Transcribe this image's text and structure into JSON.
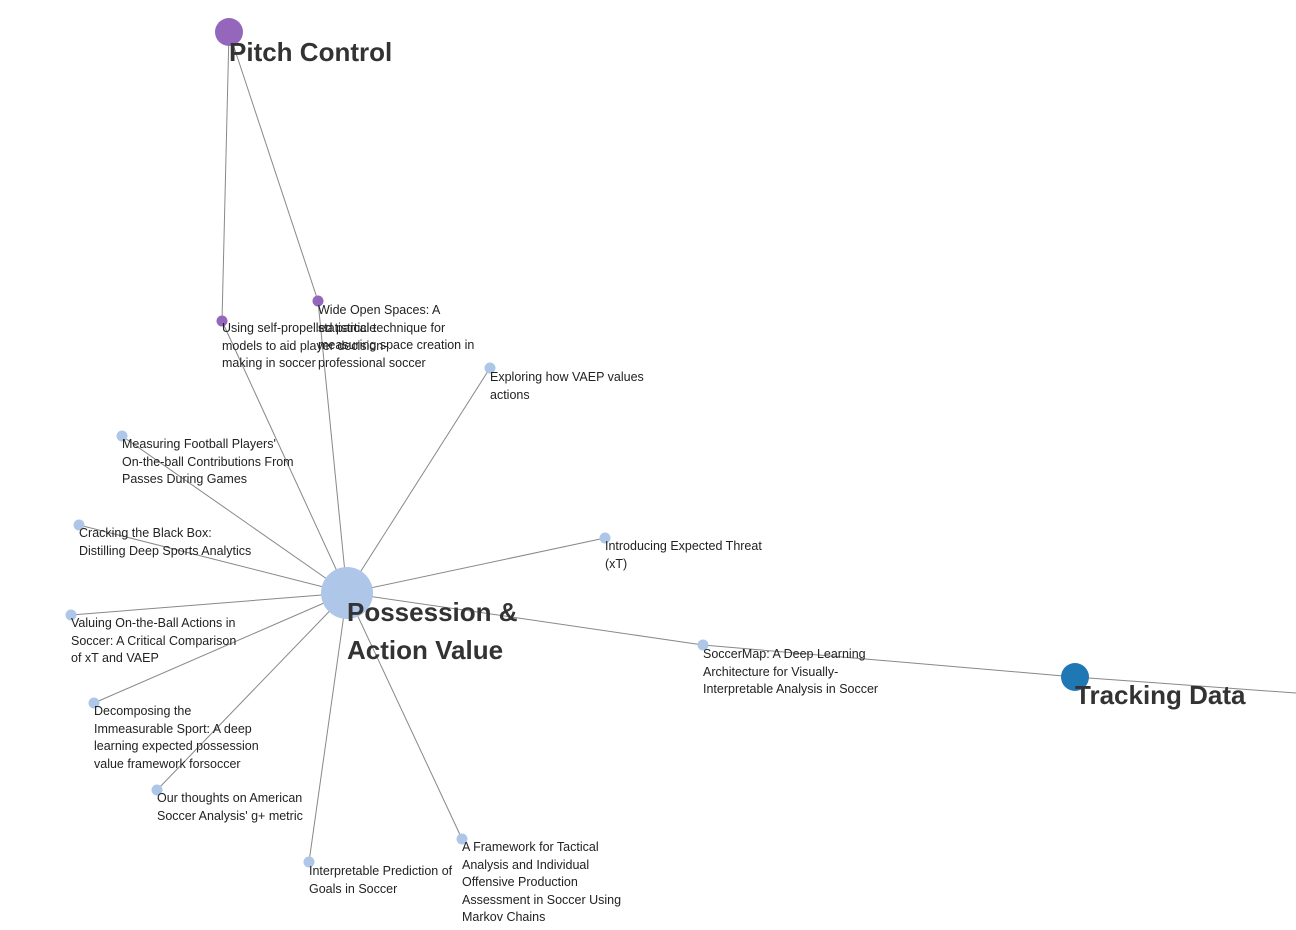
{
  "colors": {
    "possession_action_value": "#aec7e8",
    "pitch_control": "#9467bd",
    "tracking_data": "#1f77b4",
    "link": "#888888"
  },
  "hubs": {
    "possession_action_value": {
      "label": "Possession &\nAction Value"
    },
    "pitch_control": {
      "label": "Pitch Control"
    },
    "tracking_data": {
      "label": "Tracking Data"
    }
  },
  "papers": {
    "self_propelled": {
      "label": "Using self-propelled particle\nmodels to aid player decision-\nmaking in soccer",
      "topic": "pitch_control"
    },
    "wide_open_spaces": {
      "label": "Wide Open Spaces: A\nstatistical technique for\nmeasuring space creation in\nprofessional soccer",
      "topic": "pitch_control"
    },
    "exploring_vaep": {
      "label": "Exploring how VAEP values\nactions",
      "topic": "possession_action_value"
    },
    "measuring_on_ball": {
      "label": "Measuring Football Players'\nOn-the-ball Contributions From\nPasses During Games",
      "topic": "possession_action_value"
    },
    "cracking_black_box": {
      "label": "Cracking the Black Box:\nDistilling Deep Sports Analytics",
      "topic": "possession_action_value"
    },
    "introducing_xt": {
      "label": "Introducing Expected Threat\n(xT)",
      "topic": "possession_action_value"
    },
    "valuing_on_ball": {
      "label": "Valuing On-the-Ball Actions in\nSoccer: A Critical Comparison\nof xT and VAEP",
      "topic": "possession_action_value"
    },
    "soccermap": {
      "label": "SoccerMap: A Deep Learning\nArchitecture for Visually-\nInterpretable Analysis in Soccer",
      "topic": "possession_action_value"
    },
    "decomposing": {
      "label": "Decomposing the\nImmeasurable Sport: A deep\nlearning expected possession\nvalue framework forsoccer",
      "topic": "possession_action_value"
    },
    "g_plus": {
      "label": "Our thoughts on American\nSoccer Analysis' g+ metric",
      "topic": "possession_action_value"
    },
    "interpretable_goals": {
      "label": "Interpretable Prediction of\nGoals in Soccer",
      "topic": "possession_action_value"
    },
    "markov_chains": {
      "label": "A Framework for Tactical\nAnalysis and Individual\nOffensive Production\nAssessment in Soccer Using\nMarkov Chains",
      "topic": "possession_action_value"
    }
  },
  "links": [
    [
      "pitch_control",
      "self_propelled"
    ],
    [
      "pitch_control",
      "wide_open_spaces"
    ],
    [
      "possession_action_value",
      "self_propelled"
    ],
    [
      "possession_action_value",
      "wide_open_spaces"
    ],
    [
      "possession_action_value",
      "exploring_vaep"
    ],
    [
      "possession_action_value",
      "measuring_on_ball"
    ],
    [
      "possession_action_value",
      "cracking_black_box"
    ],
    [
      "possession_action_value",
      "introducing_xt"
    ],
    [
      "possession_action_value",
      "valuing_on_ball"
    ],
    [
      "possession_action_value",
      "soccermap"
    ],
    [
      "possession_action_value",
      "decomposing"
    ],
    [
      "possession_action_value",
      "g_plus"
    ],
    [
      "possession_action_value",
      "interpretable_goals"
    ],
    [
      "possession_action_value",
      "markov_chains"
    ],
    [
      "tracking_data",
      "soccermap"
    ],
    [
      "tracking_data",
      "offscreen_tracking_neighbor"
    ]
  ]
}
